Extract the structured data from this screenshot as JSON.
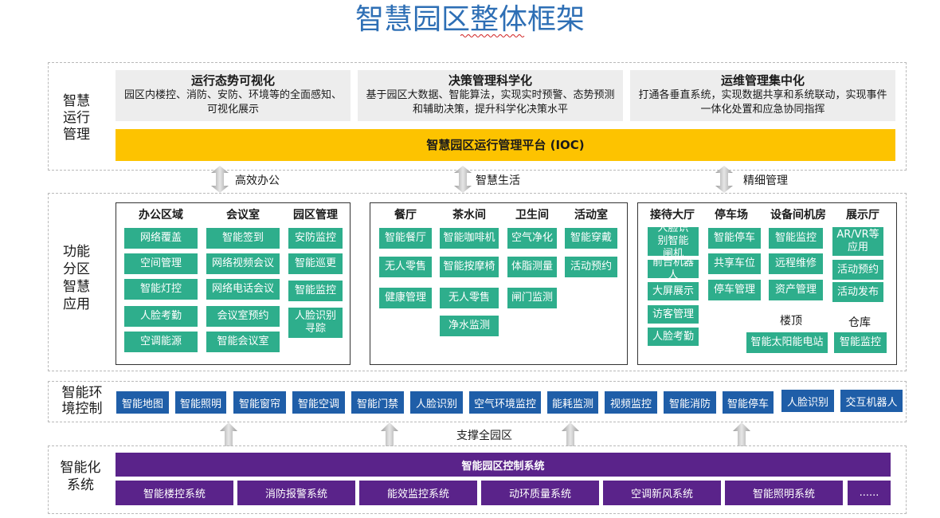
{
  "title": "智慧园区整体框架",
  "ops": {
    "label": [
      "智慧",
      "运行",
      "管理"
    ],
    "boxes": [
      {
        "h": "运行态势可视化",
        "d": "园区内楼控、消防、安防、环境等的全面感知、可视化展示"
      },
      {
        "h": "决策管理科学化",
        "d": "基于园区大数据、智能算法，实现实时预警、态势预测和辅助决策，提升科学化决策水平"
      },
      {
        "h": "运维管理集中化",
        "d": "打通各垂直系统，实现数据共享和系统联动，实现事件一体化处置和应急协同指挥"
      }
    ],
    "ioc": "智慧园区运行管理平台 (IOC)"
  },
  "connectors": {
    "c1": "高效办公",
    "c2": "智慧生活",
    "c3": "精细管理",
    "c4": "支撑全园区"
  },
  "func": {
    "label": [
      "功能",
      "分区",
      "智慧",
      "应用"
    ],
    "office": {
      "h1": "办公区域",
      "h2": "会议室",
      "h3": "园区管理",
      "col1": [
        "网络覆盖",
        "空间管理",
        "智能灯控",
        "人脸考勤",
        "空调能源"
      ],
      "col2": [
        "智能签到",
        "网络视频会议",
        "网络电话会议",
        "会议室预约",
        "智能会议室"
      ],
      "col3": [
        "安防监控",
        "智能巡更",
        "智能监控",
        "人脸识别寻踪"
      ]
    },
    "life": {
      "h1": "餐厅",
      "h2": "茶水间",
      "h3": "卫生间",
      "h4": "活动室",
      "col1": [
        "智能餐厅",
        "无人零售",
        "健康管理"
      ],
      "col2": [
        "智能咖啡机",
        "智能按摩椅",
        "无人零售",
        "净水监测"
      ],
      "col3": [
        "空气净化",
        "体脂测量",
        "闸门监测"
      ],
      "col4": [
        "智能穿戴",
        "活动预约"
      ]
    },
    "mgmt": {
      "h1": "接待大厅",
      "h2": "停车场",
      "h3": "设备间机房",
      "h4": "展示厅",
      "s1": "楼顶",
      "s2": "仓库",
      "col1": [
        "人脸识别智能闸机",
        "前台机器人",
        "大屏展示",
        "访客管理",
        "人脸考勤"
      ],
      "col2": [
        "智能停车",
        "共享车位",
        "停车管理"
      ],
      "col3": [
        "智能监控",
        "远程维修",
        "资产管理"
      ],
      "col4": [
        "AR/VR等应用",
        "活动预约",
        "活动发布"
      ],
      "roof": "智能太阳能电站",
      "ware": "智能监控"
    }
  },
  "env": {
    "label": [
      "智能环",
      "境控制"
    ],
    "items": [
      "智能地图",
      "智能照明",
      "智能窗帘",
      "智能空调",
      "智能门禁",
      "人脸识别",
      "空气环境监控",
      "能耗监测",
      "视频监控",
      "智能消防",
      "智能停车",
      "人脸识别",
      "交互机器人"
    ]
  },
  "sys": {
    "label": [
      "智能化",
      "系统"
    ],
    "bar": "智能园区控制系统",
    "items": [
      "智能楼控系统",
      "消防报警系统",
      "能效监控系统",
      "动环质量系统",
      "空调新风系统",
      "智能照明系统",
      "......"
    ]
  },
  "colors": {
    "title": "#2e6fb5",
    "ioc": "#fdc300",
    "teal": "#2eae8c",
    "blue": "#1f5ea8",
    "purple": "#5a238a",
    "gray": "#ededed"
  }
}
